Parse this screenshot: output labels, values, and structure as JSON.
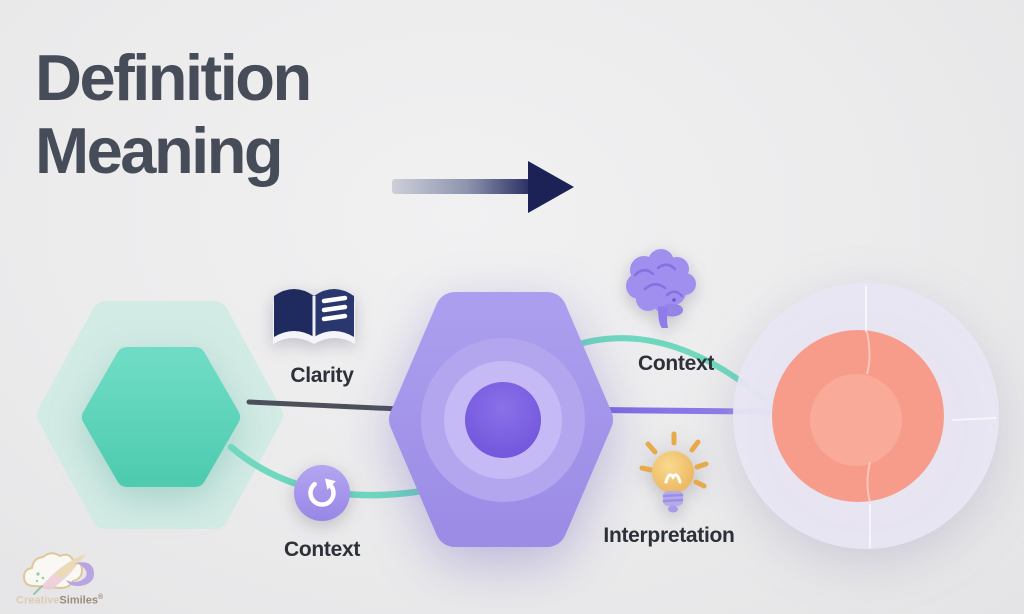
{
  "page": {
    "background_color": "#ebebec",
    "type": "infographic-diagram"
  },
  "header": {
    "title_line1": "Definition",
    "title_line2": "Meaning",
    "title_color": "#474c59",
    "arrow_icon": "gradient-right-arrow",
    "arrow_colors": {
      "start": "#cdd0da",
      "end": "#1d2256"
    }
  },
  "diagram": {
    "nodes": {
      "source_hexagon": {
        "shape": "hexagon",
        "outer_color": "#d3ebe5",
        "inner_color": "#5ed5bb"
      },
      "core_hexagon": {
        "shape": "hexagon",
        "base_color": "#a497ea",
        "circle_color": "#b3a6ef",
        "ring_color": "#c5baf5",
        "center_color": "#7a5fe0"
      },
      "target_circle": {
        "shape": "circle",
        "outer_color": "#eae6f4",
        "ring_color": "#f79c8b",
        "center_color": "#f9aa98"
      }
    },
    "connectors": {
      "clarity_line_color": "#4b505a",
      "context_curve_color": "#6fd8bf",
      "interpretation_line_color": "#8673e6"
    },
    "labels": {
      "clarity": {
        "text": "Clarity",
        "icon": "open-book-icon"
      },
      "context_bottom": {
        "text": "Context",
        "icon": "refresh-circle-icon"
      },
      "context_top": {
        "text": "Context",
        "icon": "brain-icon"
      },
      "interpretation": {
        "text": "Interpretation",
        "icon": "lightbulb-icon"
      }
    },
    "icon_colors": {
      "book": "#1f2a5e",
      "refresh_circle": "#a696ec",
      "brain": "#a18ff0",
      "lightbulb": "#f3c169",
      "lightbulb_base": "#b6aaec"
    }
  },
  "watermark": {
    "brand_prefix": "Creative",
    "brand_suffix": "Similes",
    "mark": "®",
    "logo_icon": "cloud-feather-logo"
  }
}
